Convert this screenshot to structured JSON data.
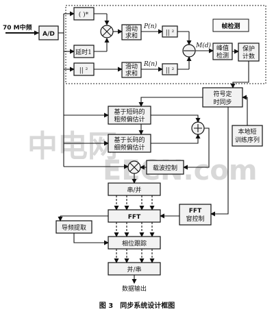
{
  "input_label": "70 M中频",
  "caption": "图 3　同步系统设计框图",
  "watermark": [
    "中电网",
    "EECN.com"
  ],
  "blocks": {
    "ad": "A/D",
    "conj": "( )*",
    "delay": "延时1",
    "abs1": "|| ²",
    "slide1": [
      "滑动",
      "求和"
    ],
    "slide2": [
      "滑动",
      "求和"
    ],
    "pn": "P(n)",
    "rn": "R(n)",
    "abs2": "|| ²",
    "abs3": "|| ²",
    "md": "M(d)",
    "peak": [
      "峰值",
      "检测"
    ],
    "protect": [
      "保护",
      "计数"
    ],
    "frame_detect": "帧检测",
    "symbol_timing": [
      "符号定",
      "时同步"
    ],
    "local_train": [
      "本地短",
      "训练序列"
    ],
    "coarse": [
      "基于短码的",
      "粗频偏估计"
    ],
    "fine": [
      "基于长码的",
      "细频偏估计"
    ],
    "carrier": "载波控制",
    "sp": "串/并",
    "fft": "FFT",
    "fft_window": [
      "FFT",
      "窗控制"
    ],
    "pilot": "导频提取",
    "phase": "相位跟踪",
    "ps": "并/串",
    "output": "数据输出"
  }
}
